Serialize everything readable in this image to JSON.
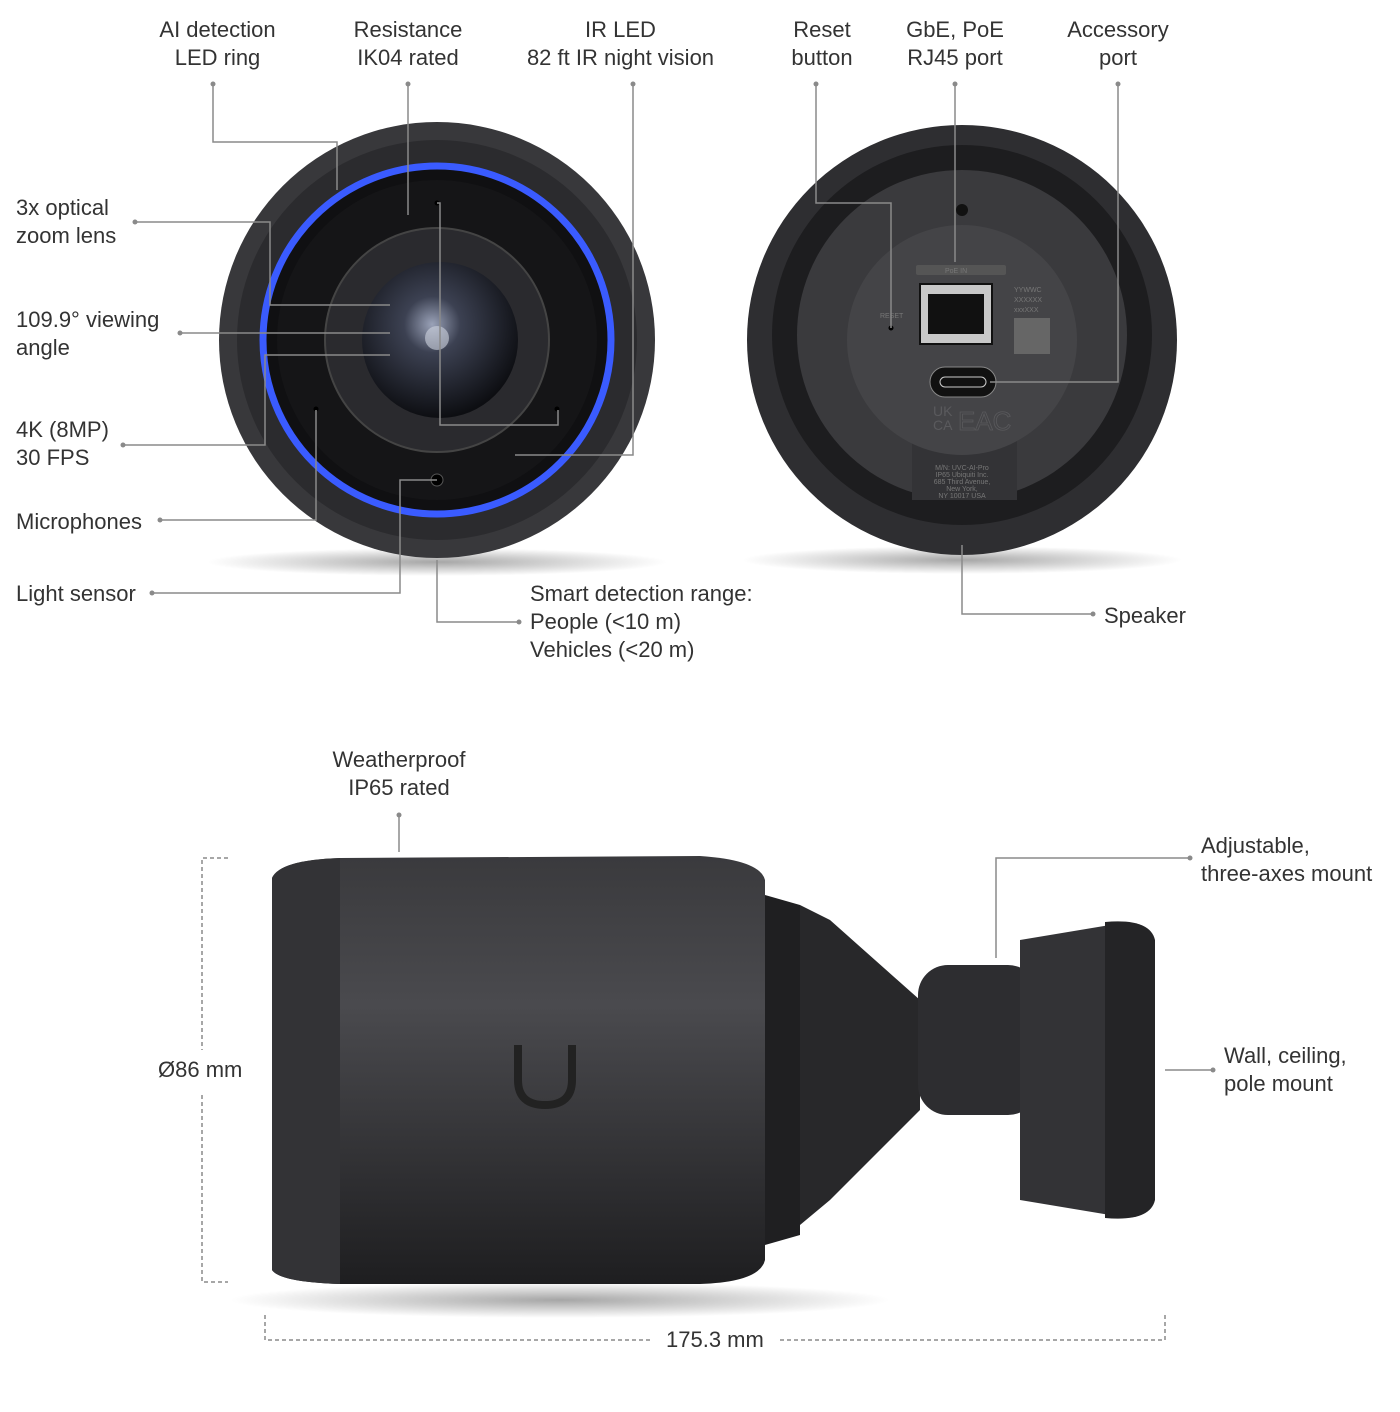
{
  "front_labels": {
    "ai_ring": [
      "AI detection",
      "LED ring"
    ],
    "resistance": [
      "Resistance",
      "IK04 rated"
    ],
    "ir_led": [
      "IR LED",
      "82 ft IR night vision"
    ],
    "zoom_lens": [
      "3x optical",
      "zoom lens"
    ],
    "viewing_angle": [
      "109.9° viewing",
      "angle"
    ],
    "resolution": [
      "4K (8MP)",
      "30 FPS"
    ],
    "microphones": "Microphones",
    "light_sensor": "Light sensor",
    "smart_detection": [
      "Smart detection range:",
      "People (<10 m)",
      "Vehicles (<20 m)"
    ]
  },
  "back_labels": {
    "reset": [
      "Reset",
      "button"
    ],
    "port": [
      "GbE, PoE",
      "RJ45 port"
    ],
    "accessory": [
      "Accessory",
      "port"
    ],
    "speaker": "Speaker",
    "markings": {
      "poe_in": "PoE IN",
      "reset_text": "RESET",
      "serial": [
        "YYWWC",
        "XXXXXX",
        "xxxXXX"
      ],
      "ukca": [
        "UK",
        "CA"
      ],
      "eac": "EAC",
      "model": [
        "M/N: UVC-AI-Pro",
        "IP65    Ubiquiti Inc.",
        "685 Third Avenue,",
        "New York,",
        "NY 10017 USA"
      ]
    }
  },
  "side_labels": {
    "weatherproof": [
      "Weatherproof",
      "IP65 rated"
    ],
    "mount_adjustable": [
      "Adjustable,",
      "three-axes mount"
    ],
    "mount_type": [
      "Wall, ceiling,",
      "pole mount"
    ],
    "diameter": "Ø86 mm",
    "length": "175.3 mm"
  },
  "colors": {
    "led_ring": "#3a5bff",
    "body": "#2f2f31",
    "leader": "#8a8a8a"
  }
}
